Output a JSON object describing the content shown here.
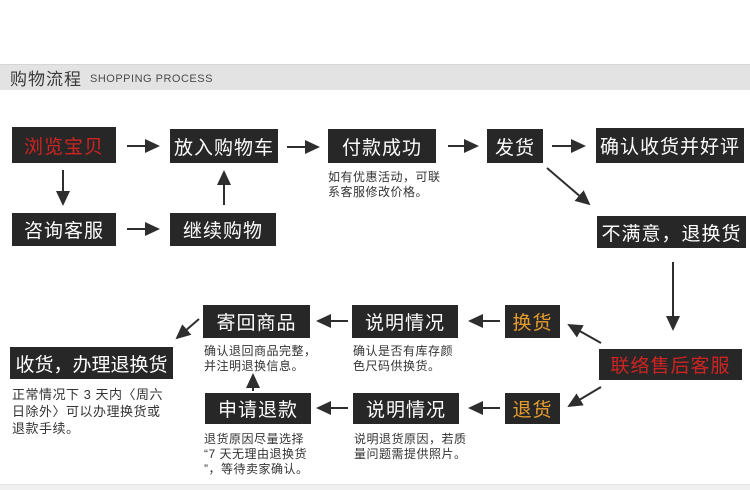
{
  "header": {
    "title_zh": "购物流程",
    "title_en": "SHOPPING PROCESS"
  },
  "colors": {
    "box_bg": "#272727",
    "box_text": "#fdfdfd",
    "accent_red": "#cf2322",
    "accent_orange": "#e79d2d",
    "note_text": "#333333",
    "header_bg": "#e3e3e3",
    "arrow": "#2e2e2e"
  },
  "flow": {
    "browse": "浏览宝贝",
    "add_to_cart": "放入购物车",
    "payment_success": "付款成功",
    "payment_note": "如有优惠活动，可联\n系客服修改价格。",
    "ship": "发货",
    "confirm_receipt": "确认收货并好评",
    "consult_service": "咨询客服",
    "continue_shopping": "继续购物",
    "unsatisfied": "不满意，退换货",
    "contact_after_sales": "联络售后客服",
    "exchange": "换货",
    "exchange_explain": "说明情况",
    "exchange_explain_note": "确认是否有库存颜\n色尺码供换货。",
    "send_back": "寄回商品",
    "send_back_note": "确认退回商品完整，\n并注明退换信息。",
    "receive_handle": "收货，办理退换货",
    "receive_handle_note": "正常情况下 3 天内〈周六\n日除外〉可以办理换货或\n退款手续。",
    "return_goods": "退货",
    "return_explain": "说明情况",
    "return_explain_note": "说明退货原因，若质\n量问题需提供照片。",
    "apply_refund": "申请退款",
    "apply_refund_note": "退货原因尽量选择\n“7 天无理由退换货\n”，等待卖家确认。"
  }
}
